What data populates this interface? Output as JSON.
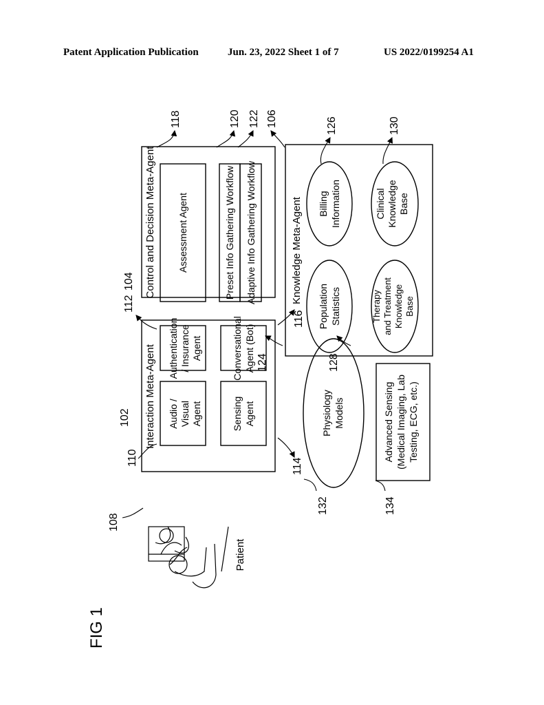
{
  "header": {
    "left": "Patent Application Publication",
    "center": "Jun. 23, 2022  Sheet 1 of 7",
    "right": "US 2022/0199254 A1"
  },
  "figure": {
    "title": "FIG 1",
    "patient_label": "Patient",
    "interaction": {
      "title": "Interaction Meta-Agent",
      "audio_visual": [
        "Audio /",
        "Visual",
        "Agent"
      ],
      "sensing": [
        "Sensing",
        "Agent"
      ],
      "authentication": [
        "Authentication",
        "/ Insurance",
        "Agent"
      ],
      "conversational": [
        "Conversational",
        "Agent (Bot)"
      ]
    },
    "control": {
      "title": "Control and Decision Meta-Agent",
      "assessment": "Assessment Agent",
      "preset": "Preset Info Gathering Workflow",
      "adaptive": "Adaptive Info Gathering Workflow"
    },
    "knowledge": {
      "title": "Knowledge Meta-Agent",
      "population": [
        "Population",
        "Statistics"
      ],
      "billing": [
        "Billing",
        "Information"
      ],
      "therapy": [
        "Therapy",
        "and Treatment",
        "Knowledge",
        "Base"
      ],
      "clinical": [
        "Clinical",
        "Knowledge",
        "Base"
      ]
    },
    "physiology": [
      "Physiology",
      "Models"
    ],
    "advanced_sensing": [
      "Advanced Sensing",
      "(Medical Imaging, Lab",
      "Testing, ECG, etc.)"
    ],
    "refs": {
      "r102": "102",
      "r104": "104",
      "r106": "106",
      "r108": "108",
      "r110": "110",
      "r112": "112",
      "r114": "114",
      "r116": "116",
      "r118": "118",
      "r120": "120",
      "r122": "122",
      "r124": "124",
      "r126": "126",
      "r128": "128",
      "r130": "130",
      "r132": "132",
      "r134": "134"
    }
  }
}
